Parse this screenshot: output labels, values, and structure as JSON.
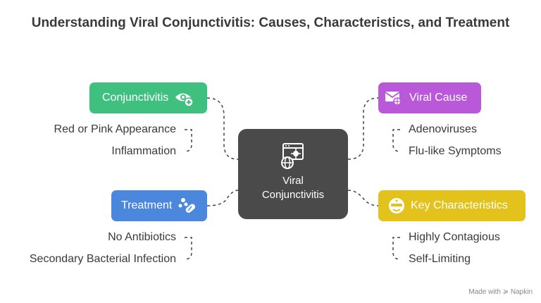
{
  "title": "Understanding Viral Conjunctivitis: Causes, Characteristics, and Treatment",
  "center": {
    "line1": "Viral",
    "line2": "Conjunctivitis",
    "icon": "virus-browser-icon"
  },
  "nodes": {
    "conjunctivitis": {
      "label": "Conjunctivitis",
      "icon": "eye-plus-icon",
      "color": "#3fc07f",
      "leaves": [
        "Red or Pink Appearance",
        "Inflammation"
      ]
    },
    "viral_cause": {
      "label": "Viral Cause",
      "icon": "envelope-bug-icon",
      "color": "#b958d9",
      "leaves": [
        "Adenoviruses",
        "Flu-like Symptoms"
      ]
    },
    "treatment": {
      "label": "Treatment",
      "icon": "pills-icon",
      "color": "#4a87dd",
      "leaves": [
        "No Antibiotics",
        "Secondary Bacterial Infection"
      ]
    },
    "key_characteristics": {
      "label": "Key Characteristics",
      "icon": "virus-face-icon",
      "color": "#e2c21b",
      "leaves": [
        "Highly Contagious",
        "Self-Limiting"
      ]
    }
  },
  "branding": "Made with ≽ Napkin"
}
